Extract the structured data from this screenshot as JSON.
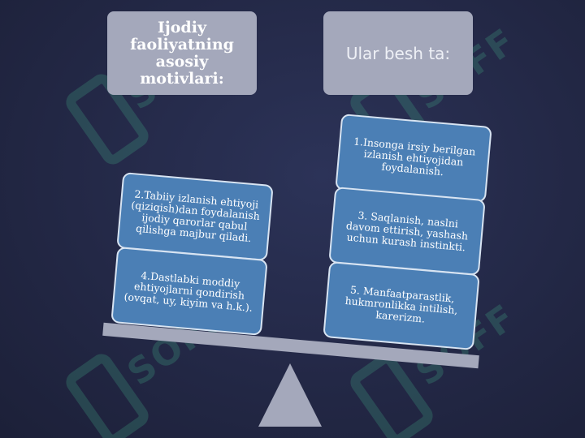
{
  "header_left": "Ijodiy faoliyatning asosiy motivlari:",
  "header_right": "Ular besh ta:",
  "cards": {
    "c1": "1.Insonga irsiy berilgan izlanish ehtiyojidan foydalanish.",
    "c2": "2.Tabiiy izlanish ehtiyoji (qiziqish)dan foydalanish ijodiy qarorlar qabul qilishga majbur qiladi.",
    "c3": "3. Saqlanish, naslni davom ettirish, yashash uchun kurash instinkti.",
    "c4": "4.Dastlabki moddiy ehtiyojlarni qondirish (ovqat, uy, kiyim va h.k.).",
    "c5": "5. Manfaatparastlik, hukmronlikka intilish, karerizm."
  },
  "watermark_text": "SOFF",
  "colors": {
    "background": "#232846",
    "header_box": "#a4a8bb",
    "card_fill": "#4b7fb5",
    "card_border": "#d8e4f2",
    "watermark": "#40a082"
  }
}
